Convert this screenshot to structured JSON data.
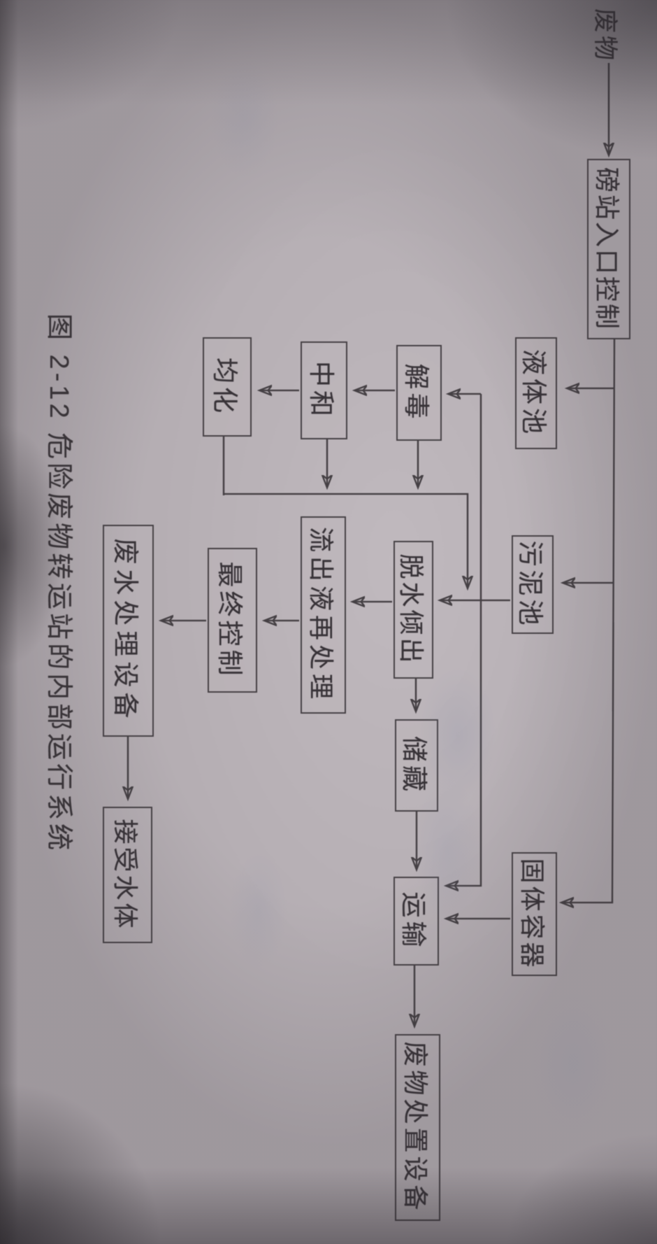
{
  "figure": {
    "source_label": "废物",
    "caption": "图 2-12  危险废物转运站的内部运行系统",
    "nodes": {
      "bang": {
        "label": "磅站入口控制"
      },
      "yeti": {
        "label": "液体池"
      },
      "jiedu": {
        "label": "解毒"
      },
      "zhonghe": {
        "label": "中和"
      },
      "junhua": {
        "label": "均化"
      },
      "wuni": {
        "label": "污泥池"
      },
      "tuoshui": {
        "label": "脱水倾出"
      },
      "liuchu": {
        "label": "流出液再处理"
      },
      "zuizhong": {
        "label": "最终控制"
      },
      "feishui": {
        "label": "废水处理设备"
      },
      "jieshou": {
        "label": "接受水体"
      },
      "chucang": {
        "label": "储藏"
      },
      "yunshu": {
        "label": "运输"
      },
      "guti": {
        "label": "固体容器"
      },
      "chuzhi": {
        "label": "废物处置设备"
      }
    },
    "edges": [
      {
        "from": "废物",
        "to": "磅站入口控制"
      },
      {
        "from": "磅站入口控制",
        "to": "液体池"
      },
      {
        "from": "磅站入口控制",
        "to": "污泥池"
      },
      {
        "from": "磅站入口控制",
        "to": "固体容器"
      },
      {
        "from": "液体池",
        "to": "解毒"
      },
      {
        "from": "液体池",
        "to": "运输"
      },
      {
        "from": "解毒",
        "to": "中和"
      },
      {
        "from": "中和",
        "to": "均化"
      },
      {
        "from": "解毒",
        "to": "脱水倾出"
      },
      {
        "from": "中和",
        "to": "脱水倾出"
      },
      {
        "from": "均化",
        "to": "脱水倾出"
      },
      {
        "from": "污泥池",
        "to": "脱水倾出"
      },
      {
        "from": "脱水倾出",
        "to": "流出液再处理"
      },
      {
        "from": "流出液再处理",
        "to": "最终控制"
      },
      {
        "from": "最终控制",
        "to": "废水处理设备"
      },
      {
        "from": "废水处理设备",
        "to": "接受水体"
      },
      {
        "from": "脱水倾出",
        "to": "储藏"
      },
      {
        "from": "储藏",
        "to": "运输"
      },
      {
        "from": "固体容器",
        "to": "运输"
      },
      {
        "from": "运输",
        "to": "废物处置设备"
      }
    ],
    "colors": {
      "ink": "#454044",
      "paper": "#b5aeb3"
    }
  }
}
